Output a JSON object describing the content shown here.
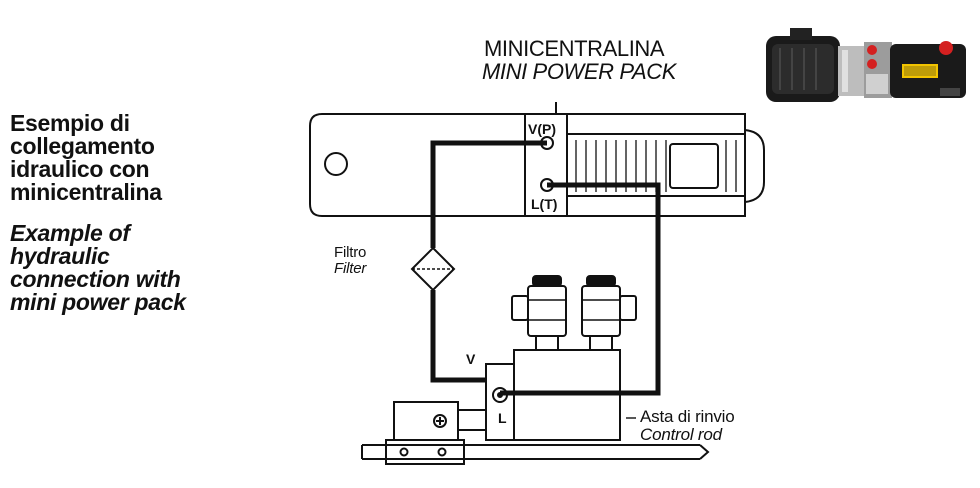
{
  "title_it": "Esempio di\ncollegamento\nidraulico con\nminicentralina",
  "title_en": "Example of\nhydraulic\nconnection with\nmini power pack",
  "power_pack": {
    "label_it": "MINICENTRALINA",
    "label_en": "MINI POWER PACK"
  },
  "ports": {
    "pressure": "V(P)",
    "tank": "L(T)",
    "valve_v": "V",
    "valve_l": "L"
  },
  "filter": {
    "label_it": "Filtro",
    "label_en": "Filter"
  },
  "control_rod": {
    "label_it": "Asta di rinvio",
    "label_en": "Control rod"
  },
  "colors": {
    "line": "#111111",
    "panel": "#ffffff",
    "motor_grey": "#b9b9b9",
    "pack_red": "#d42020",
    "pack_black": "#1a1a1a"
  },
  "icons": {
    "filter": "diamond-filter-icon",
    "valve": "solenoid-valve-icon",
    "photo": "power-pack-photo"
  }
}
